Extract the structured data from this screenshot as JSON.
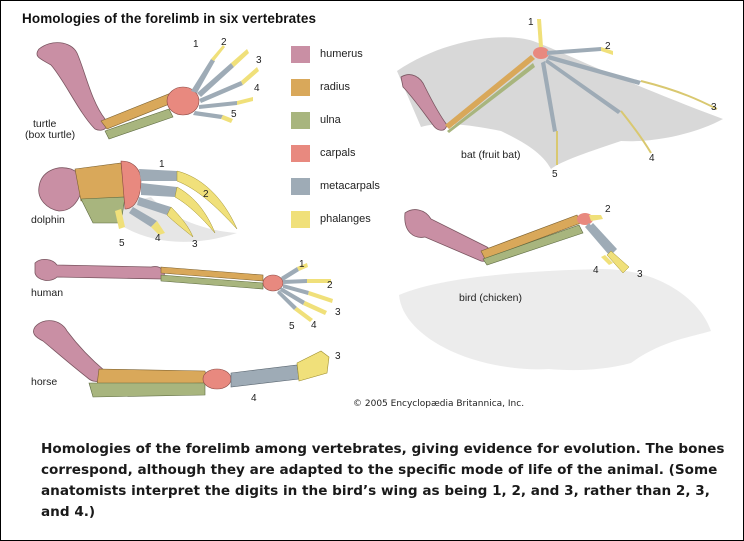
{
  "title": "Homologies of the forelimb in six vertebrates",
  "animals": {
    "turtle_line1": "turtle",
    "turtle_line2": "(box turtle)",
    "dolphin": "dolphin",
    "human": "human",
    "horse": "horse",
    "bat": "bat (fruit bat)",
    "bird": "bird (chicken)"
  },
  "digits": {
    "turtle": [
      "1",
      "2",
      "3",
      "4",
      "5"
    ],
    "dolphin": [
      "1",
      "2",
      "3",
      "4",
      "5"
    ],
    "human": [
      "1",
      "2",
      "3",
      "4",
      "5"
    ],
    "horse": [
      "3",
      "4"
    ],
    "bat": [
      "1",
      "2",
      "3",
      "4",
      "5"
    ],
    "bird": [
      "2",
      "4",
      "3"
    ]
  },
  "legend": [
    {
      "label": "humerus",
      "color": "#c98fa4"
    },
    {
      "label": "radius",
      "color": "#d9a85a"
    },
    {
      "label": "ulna",
      "color": "#a8b57e"
    },
    {
      "label": "carpals",
      "color": "#e8897f"
    },
    {
      "label": "metacarpals",
      "color": "#9eabb6"
    },
    {
      "label": "phalanges",
      "color": "#f0e07a"
    }
  ],
  "copyright": "© 2005 Encyclopædia Britannica, Inc.",
  "caption": "Homologies of the forelimb among vertebrates, giving evidence for evolution. The bones correspond, although they are adapted to the specific mode of life of the animal. (Some anatomists interpret the digits in the bird’s wing as being 1, 2, and 3, rather than 2, 3, and 4.)"
}
